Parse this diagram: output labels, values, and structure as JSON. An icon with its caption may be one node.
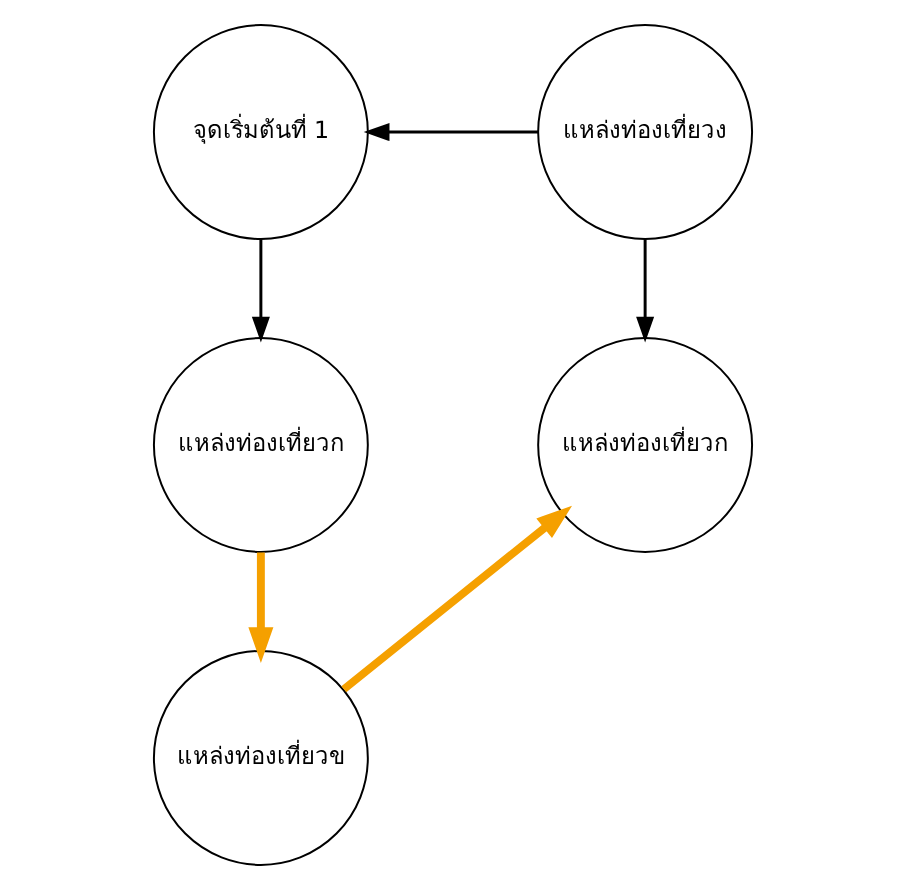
{
  "diagram": {
    "nodes": [
      {
        "text": [
          "จุดเริ่มต้นที่ 1"
        ]
      },
      {
        "text": [
          "แหล่งท่องเที่ยวง"
        ]
      },
      {
        "text": [
          "แหล่งท่องเที่ยวก"
        ]
      },
      {
        "text": [
          "แหล่งท่องเที่ยวก"
        ]
      },
      {
        "text": [
          "แหล่งท่องเที่ยวข"
        ]
      }
    ],
    "edges": [
      {
        "from": 1,
        "to": 0,
        "arrow": "to"
      },
      {
        "from": 0,
        "to": 2,
        "arrow": "to"
      },
      {
        "from": 1,
        "to": 3,
        "arrow": "to"
      },
      {
        "from": 2,
        "to": 4,
        "arrow": "to",
        "style": "thick",
        "color": "#f5a000"
      },
      {
        "from": 4,
        "to": 3,
        "arrow": "to",
        "style": "thick",
        "color": "#f5a000"
      }
    ]
  }
}
